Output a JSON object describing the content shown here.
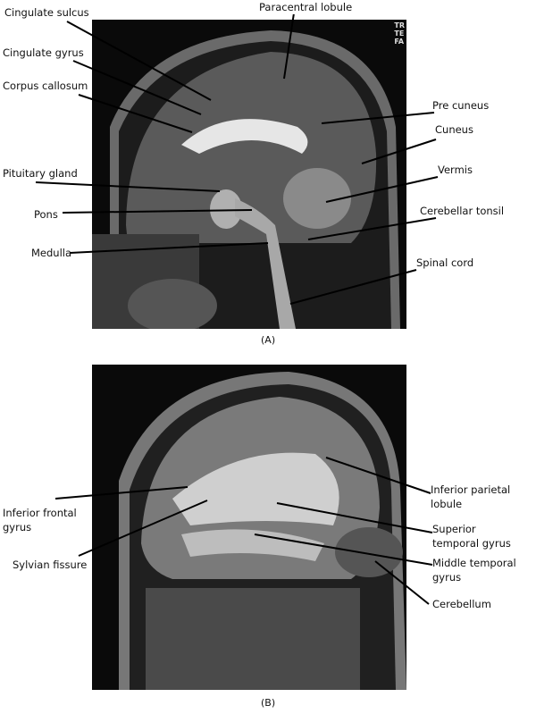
{
  "panel_a": {
    "caption": "(A)",
    "scanner_text": [
      "TR",
      "TE",
      "FA"
    ],
    "labels": {
      "cingulate_sulcus": "Cingulate sulcus",
      "cingulate_gyrus": "Cingulate gyrus",
      "corpus_callosum": "Corpus callosum",
      "pituitary_gland": "Pituitary gland",
      "pons": "Pons",
      "medulla": "Medulla",
      "paracentral_lobule": "Paracentral lobule",
      "pre_cuneus": "Pre cuneus",
      "cuneus": "Cuneus",
      "vermis": "Vermis",
      "cerebellar_tonsil": "Cerebellar tonsil",
      "spinal_cord": "Spinal cord"
    }
  },
  "panel_b": {
    "caption": "(B)",
    "labels": {
      "inferior_frontal_gyrus": [
        "Inferior frontal",
        "gyrus"
      ],
      "sylvian_fissure": "Sylvian fissure",
      "inferior_parietal_lobule": [
        "Inferior parietal",
        "lobule"
      ],
      "superior_temporal_gyrus": [
        "Superior",
        "temporal gyrus"
      ],
      "middle_temporal_gyrus": [
        "Middle temporal",
        "gyrus"
      ],
      "cerebellum": "Cerebellum"
    }
  }
}
